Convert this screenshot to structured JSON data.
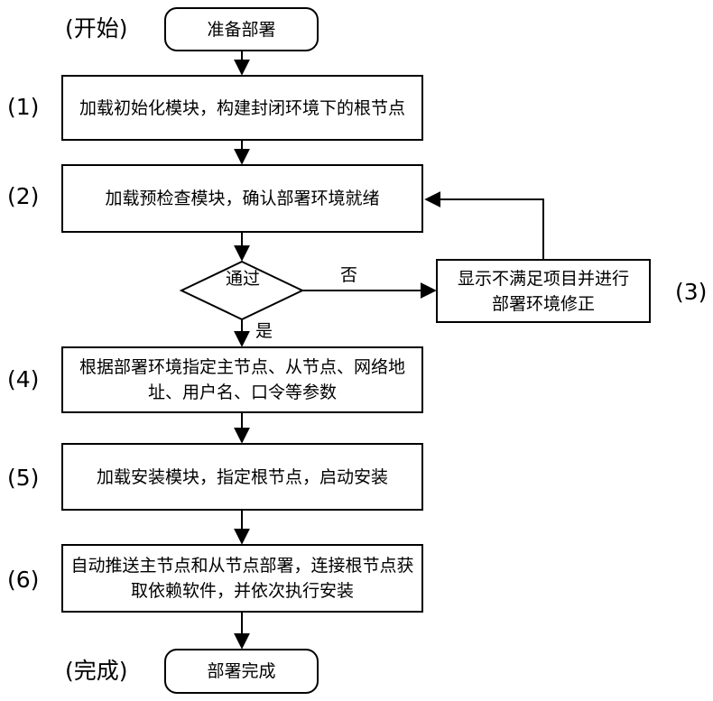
{
  "nodes": {
    "start": "准备部署",
    "step1": "加载初始化模块，构建封闭环境下的根节点",
    "step2": "加载预检查模块，确认部署环境就绪",
    "decision": "通过",
    "step3": "显示不满足项目并进行部署环境修正",
    "step4": "根据部署环境指定主节点、从节点、网络地址、用户名、口令等参数",
    "step5": "加载安装模块，指定根节点，启动安装",
    "step6": "自动推送主节点和从节点部署，连接根节点获取依赖软件，并依次执行安装",
    "end": "部署完成"
  },
  "labels": {
    "start": "(开始)",
    "end": "(完成)",
    "s1": "(1)",
    "s2": "(2)",
    "s3": "(3)",
    "s4": "(4)",
    "s5": "(5)",
    "s6": "(6)"
  },
  "edges": {
    "no": "否",
    "yes": "是"
  },
  "colors": {
    "stroke": "#000000",
    "fill": "#ffffff"
  }
}
